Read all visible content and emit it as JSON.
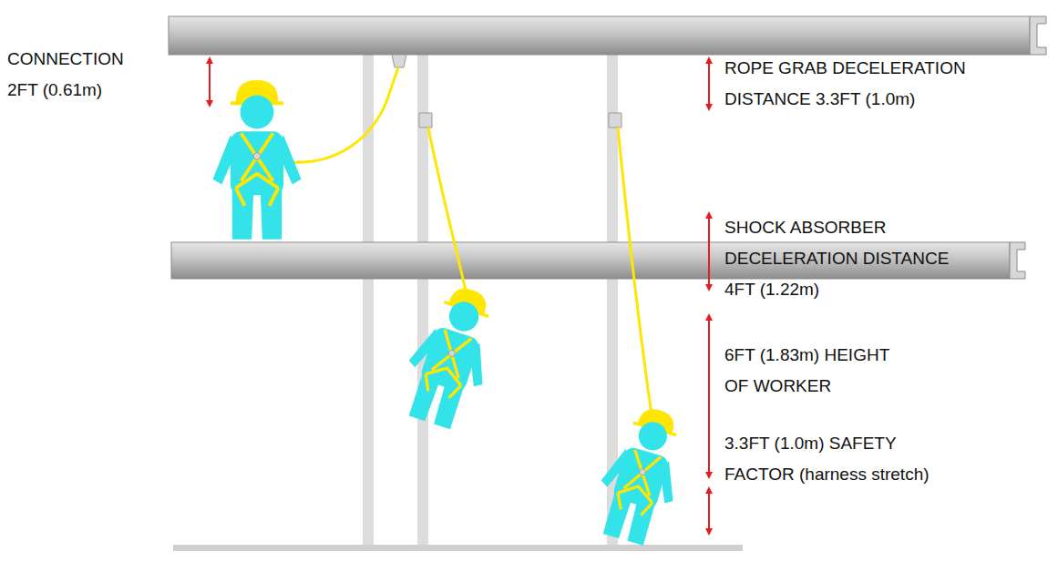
{
  "diagram": {
    "labels": [
      "CONNECTION 2FT (0.61m)",
      "ROPE GRAB DECELERATION DISTANCE 3.3FT (1.0m)",
      "SHOCK ABSORBER DECELERATION DISTANCE 4FT (1.22m)",
      "6FT (1.83m) HEIGHT OF WORKER",
      "3.3FT (1.0m) SAFETY FACTOR (harness stretch)"
    ]
  }
}
